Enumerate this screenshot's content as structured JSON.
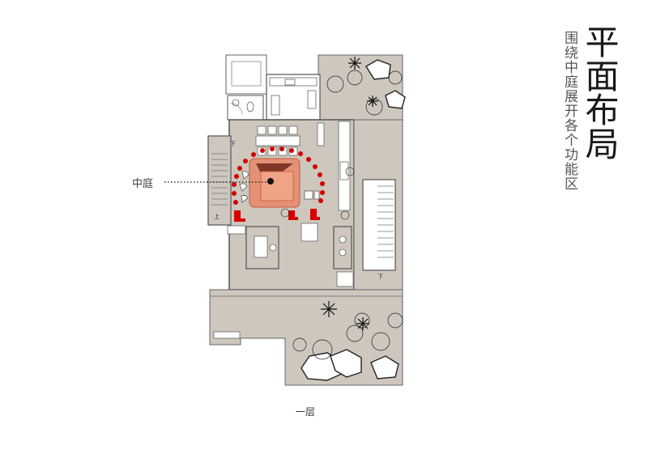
{
  "title": "平面布局",
  "subtitle": "围绕中庭展开各个功能区",
  "callout": "中庭",
  "floor_label": "一层",
  "stair_labels": {
    "down_left": "下",
    "up_left": "上",
    "down_right": "下"
  },
  "colors": {
    "floor": "#cdc7bd",
    "wall": "#555555",
    "garden": "#cdc7bd",
    "courtyard": "#e8876a",
    "courtyard_dark": "#c8553a",
    "red_marker": "#d40000"
  }
}
